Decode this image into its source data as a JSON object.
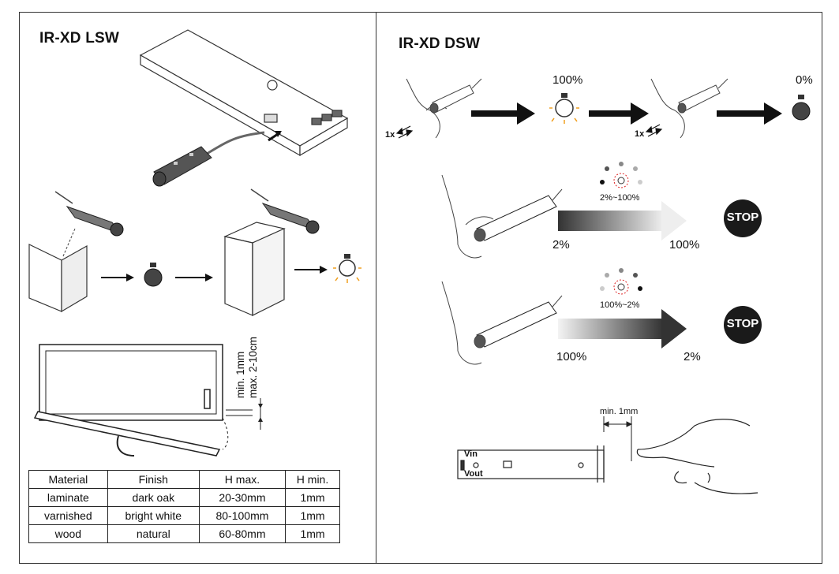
{
  "left": {
    "title": "IR-XD LSW",
    "dimension_labels": [
      "min. 1mm",
      "max. 2-10cm"
    ],
    "table": {
      "headers": [
        "Material",
        "Finish",
        "H max.",
        "H min."
      ],
      "rows": [
        [
          "laminate",
          "dark oak",
          "20-30mm",
          "1mm"
        ],
        [
          "varnished",
          "bright white",
          "80-100mm",
          "1mm"
        ],
        [
          "wood",
          "natural",
          "60-80mm",
          "1mm"
        ]
      ]
    }
  },
  "right": {
    "title": "IR-XD DSW",
    "top_row": {
      "gesture_1": "1x",
      "level_on": "100%",
      "gesture_2": "1x",
      "level_off": "0%"
    },
    "dim_up": {
      "range": "2%~100%",
      "start": "2%",
      "end": "100%",
      "stop": "STOP"
    },
    "dim_down": {
      "range": "100%~2%",
      "start": "100%",
      "end": "2%",
      "stop": "STOP"
    },
    "profile": {
      "distance": "min. 1mm",
      "vin": "Vin",
      "vout": "Vout"
    }
  },
  "colors": {
    "arrow": "#111111",
    "bulb_glow": "#f0a020",
    "stop": "#1a1a1a"
  }
}
